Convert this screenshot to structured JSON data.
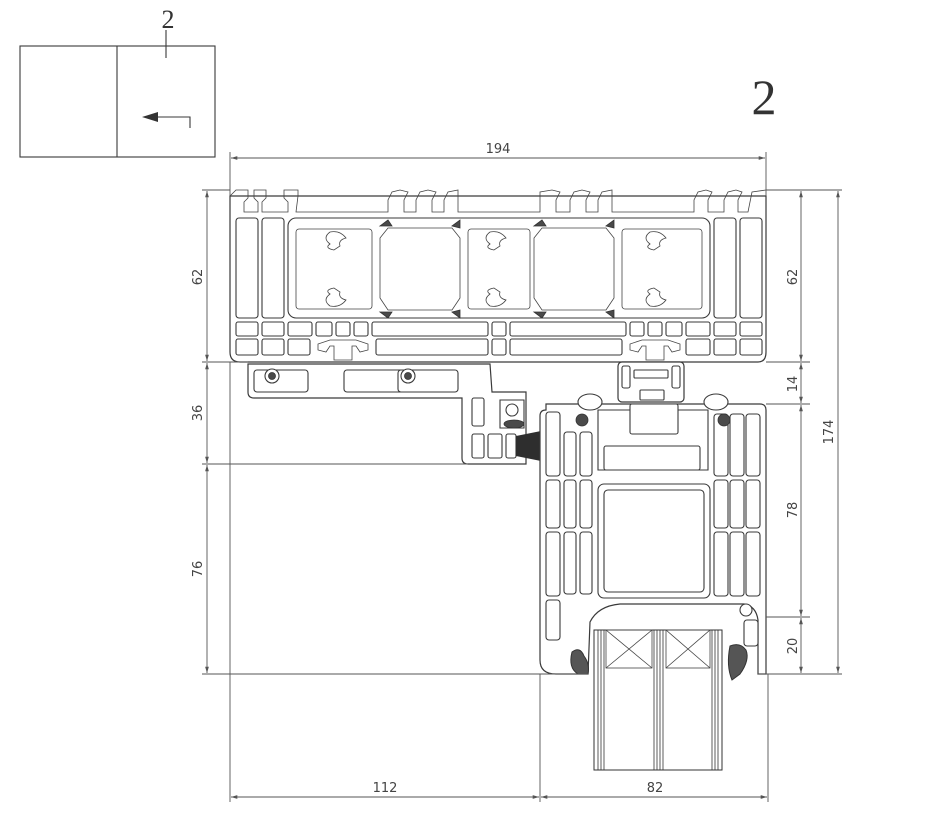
{
  "title": {
    "section_number": "2",
    "key_plan_label": "2"
  },
  "key_plan": {
    "panels": 2,
    "opening_direction": "left-arrow-in-right-panel"
  },
  "dimensions": {
    "overall_width": "194",
    "bottom_left_width": "112",
    "bottom_right_width": "82",
    "left_top_height": "62",
    "left_mid_height": "36",
    "left_bottom_height": "76",
    "right_top_height": "62",
    "right_gap_height": "14",
    "right_sash_height": "78",
    "right_bottom_height": "20",
    "overall_height": "174"
  },
  "colors": {
    "line": "#3a3a3a",
    "background": "#ffffff",
    "seal": "#4a4a4a"
  }
}
